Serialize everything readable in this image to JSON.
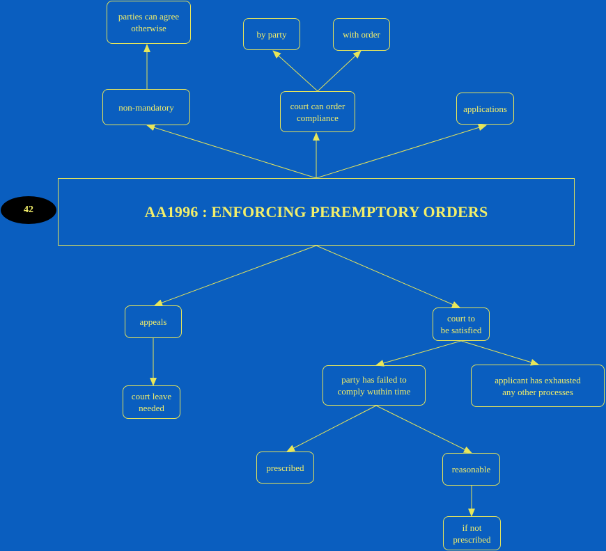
{
  "badge": "42",
  "title": "AA1996 : ENFORCING PEREMPTORY ORDERS",
  "nodes": {
    "parties_can_agree": "parties can agree\notherwise",
    "by_party": "by party",
    "with_order": "with order",
    "non_mandatory": "non-mandatory",
    "court_can_order": "court can order\ncompliance",
    "applications": "applications",
    "appeals": "appeals",
    "court_leave": "court leave\nneeded",
    "court_satisfied": "court to\nbe satisfied",
    "party_failed": "party has failed to\ncomply wuthin time",
    "applicant_exhausted": "applicant has exhausted\nany other processes",
    "prescribed": "prescribed",
    "reasonable": "reasonable",
    "if_not_prescribed": "if not\nprescribed"
  },
  "colors": {
    "background": "#0a5ebf",
    "line": "#e8e65a",
    "text": "#f2ee6a",
    "badge": "#000000"
  }
}
